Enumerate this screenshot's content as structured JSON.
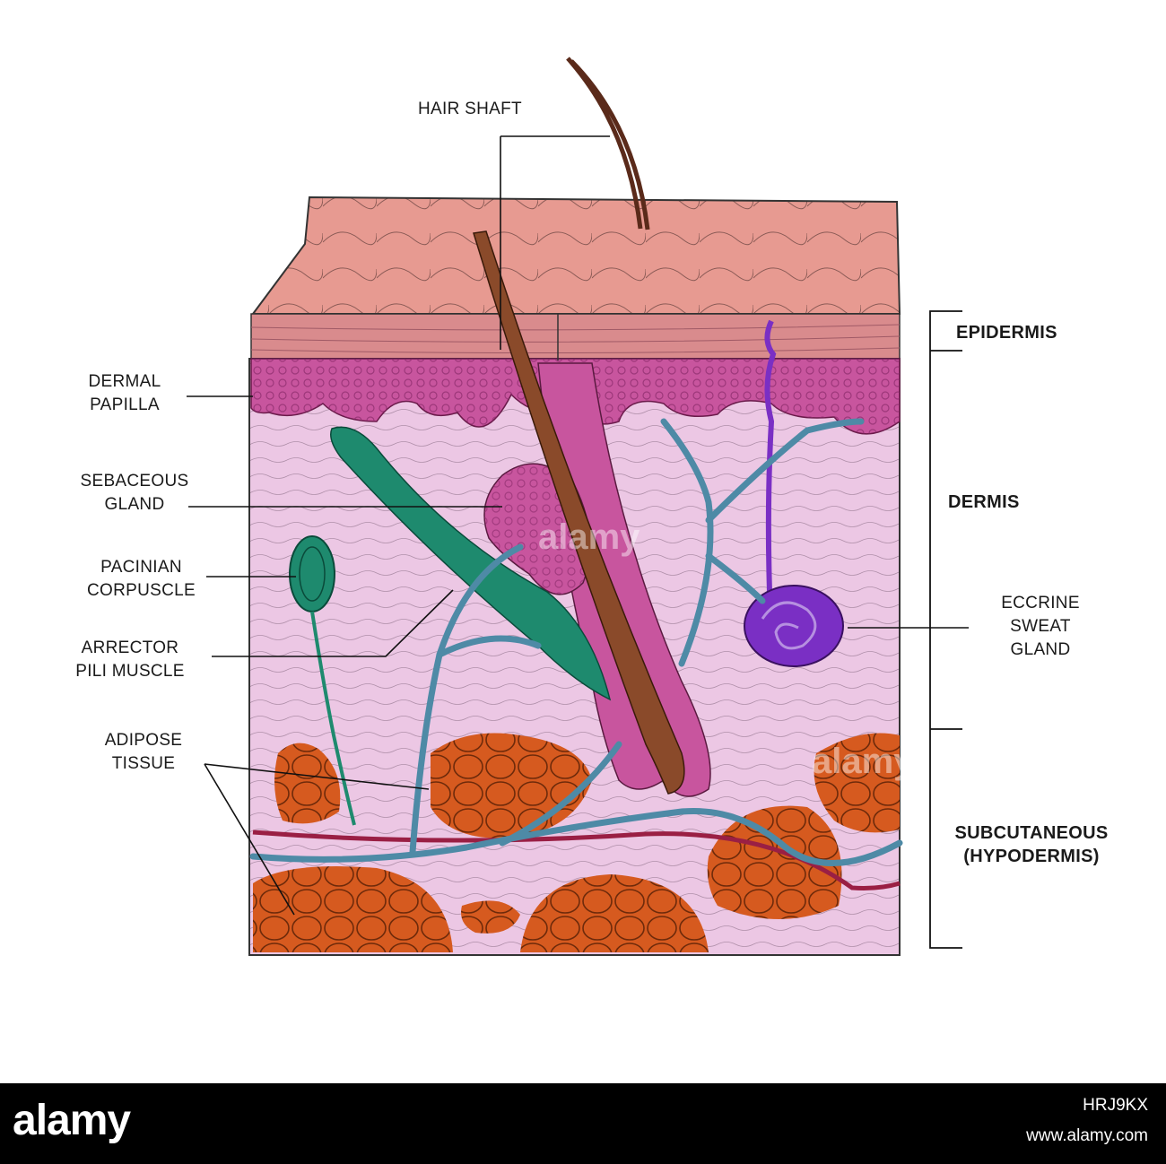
{
  "labels": {
    "hair_shaft": "HAIR SHAFT",
    "dermal_papilla": [
      "DERMAL",
      "PAPILLA"
    ],
    "sebaceous_gland": [
      "SEBACEOUS",
      "GLAND"
    ],
    "pacinian_corpuscle": [
      "PACINIAN",
      "CORPUSCLE"
    ],
    "arrector_pili_muscle": [
      "ARRECTOR",
      "PILI MUSCLE"
    ],
    "adipose_tissue": [
      "ADIPOSE",
      "TISSUE"
    ],
    "eccrine_sweat_gland": [
      "ECCRINE",
      "SWEAT",
      "GLAND"
    ]
  },
  "layers": {
    "epidermis": "EPIDERMIS",
    "dermis": "DERMIS",
    "subcutaneous": [
      "SUBCUTANEOUS",
      "(HYPODERMIS)"
    ]
  },
  "watermark": "alamy",
  "footer": {
    "brand": "alamy",
    "image_id": "HRJ9KX",
    "site": "www.alamy.com"
  },
  "colors": {
    "skin_surface": "#e79a91",
    "epidermis_band": "#c9808a",
    "dermal_layer": "#c8559e",
    "dermis": "#ecc7e4",
    "fat": "#d65a1f",
    "vessel": "#4e8aa6",
    "artery": "#9a1f44",
    "muscle": "#1e8a6e",
    "sweat_gland": "#7a2fc4",
    "hair": "#7a3a22"
  }
}
